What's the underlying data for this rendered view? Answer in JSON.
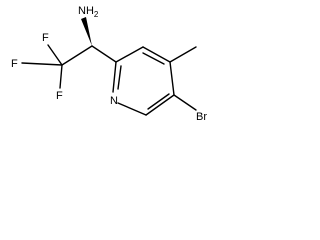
{
  "molecule": {
    "atoms": {
      "amine": {
        "main": "NH",
        "sub": "2"
      },
      "fluorine_top": "F",
      "fluorine_left": "F",
      "fluorine_bottom": "F",
      "ring_nitrogen": "N",
      "bromine": "Br"
    },
    "colors": {
      "bond": "#000000",
      "text": "#000000",
      "background": "#ffffff"
    }
  }
}
